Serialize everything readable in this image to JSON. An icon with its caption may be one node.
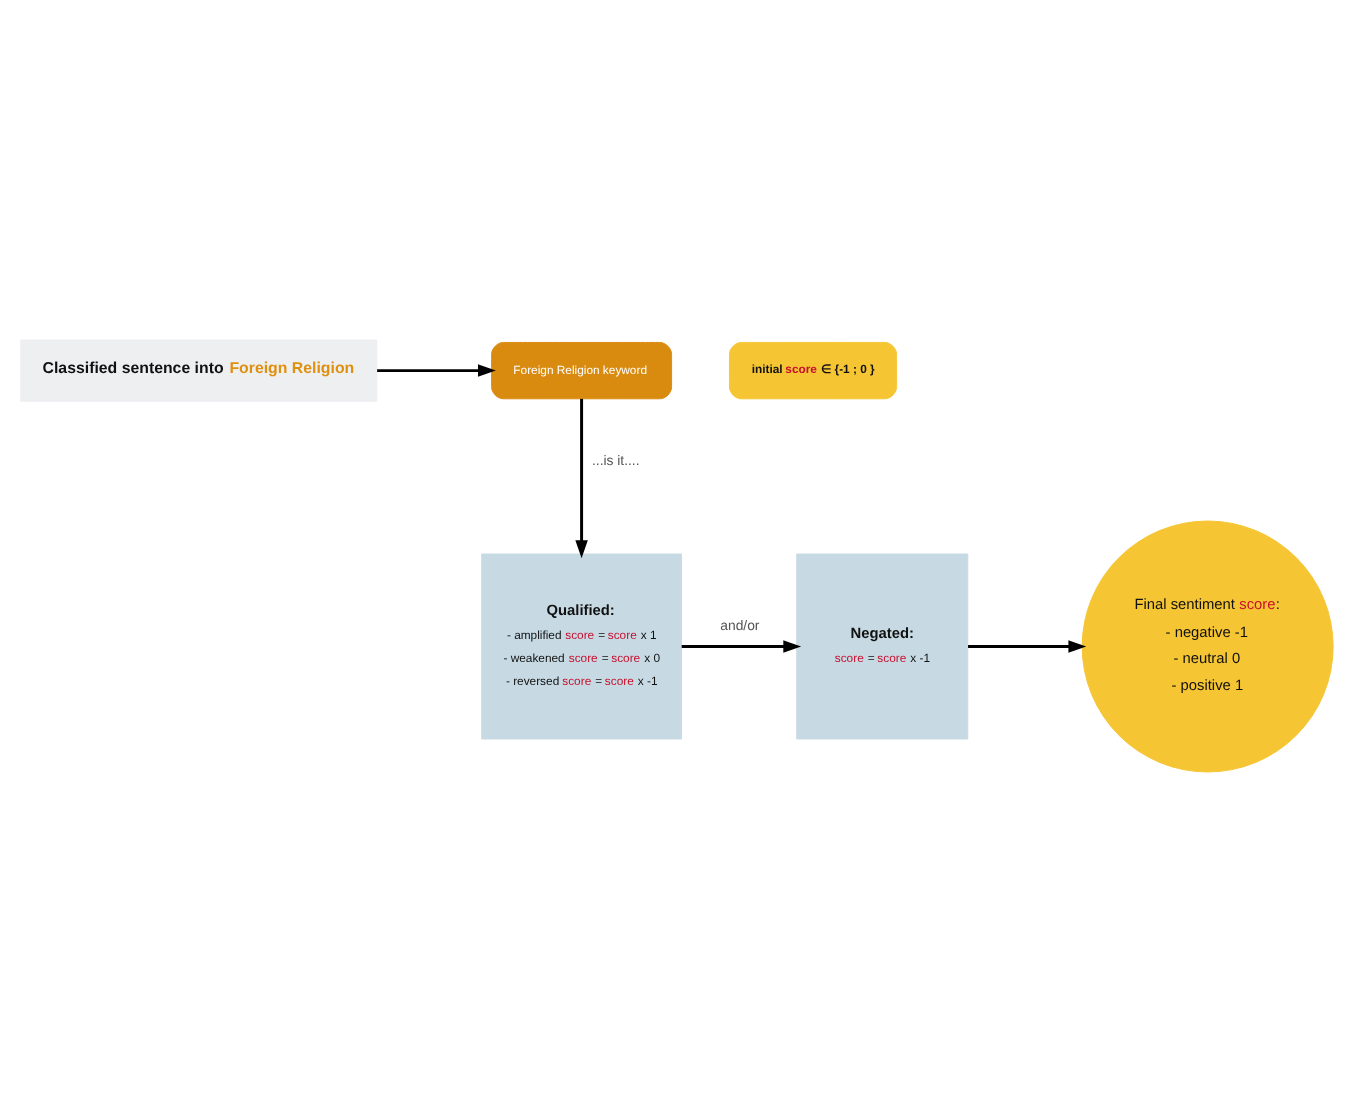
{
  "diagram": {
    "nodes": [
      {
        "text": [
          "Classified sentence into **Foreign Religion**"
        ]
      },
      {
        "text": [
          "Foreign Religion keyword"
        ]
      },
      {
        "text": [
          "initial **score** ∈ {-1 ; 0 }"
        ]
      },
      {
        "text": [
          "Qualified:",
          "- amplified **score** = **score** x 1",
          "- weakened **score** = **score** x 0",
          "- reversed **score** = **score** x -1"
        ]
      },
      {
        "text": [
          "Negated:",
          "**score** = **score** x -1"
        ]
      },
      {
        "text": [
          "Final sentiment **score**:",
          "- negative -1",
          "- neutral 0",
          "- positive 1"
        ]
      }
    ],
    "edges": [
      {
        "from": 0,
        "to": 1,
        "arrow": "to"
      },
      {
        "from": 1,
        "to": 3,
        "arrow": "to",
        "label": "...is it...."
      },
      {
        "from": 3,
        "to": 4,
        "arrow": "to",
        "label": "and/or"
      },
      {
        "from": 4,
        "to": 5,
        "arrow": "to"
      }
    ]
  }
}
